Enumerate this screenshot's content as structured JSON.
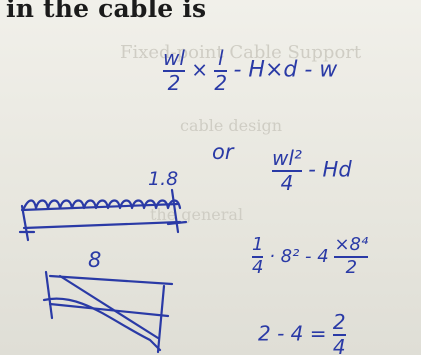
{
  "printed": {
    "line1": "in the cable is"
  },
  "bleed_through": {
    "line1": "Fixed-point Cable Support",
    "line2": "cable design",
    "line3": "the general"
  },
  "notes": {
    "expr1": {
      "f1_num": "wl",
      "f1_den": "2",
      "times": "×",
      "f2_num": "l",
      "f2_den": "2",
      "tail": "- H×d - w"
    },
    "or_word": "or",
    "top_label": "1.8",
    "expr2": {
      "num": "wl²",
      "den": "4",
      "tail": "- Hd"
    },
    "span_label": "8",
    "expr3": {
      "left": "1",
      "left_den": "4",
      "mid": "· 8²",
      "minus": "- 4",
      "right": "×8⁴",
      "right_den": "2"
    },
    "expr4": {
      "text": "2 - 4 =",
      "rhs_num": "2",
      "rhs_den": "4"
    }
  },
  "colors": {
    "ink": "#2a3aa6",
    "print": "#1b1b1b",
    "paper": "#eceae3"
  }
}
